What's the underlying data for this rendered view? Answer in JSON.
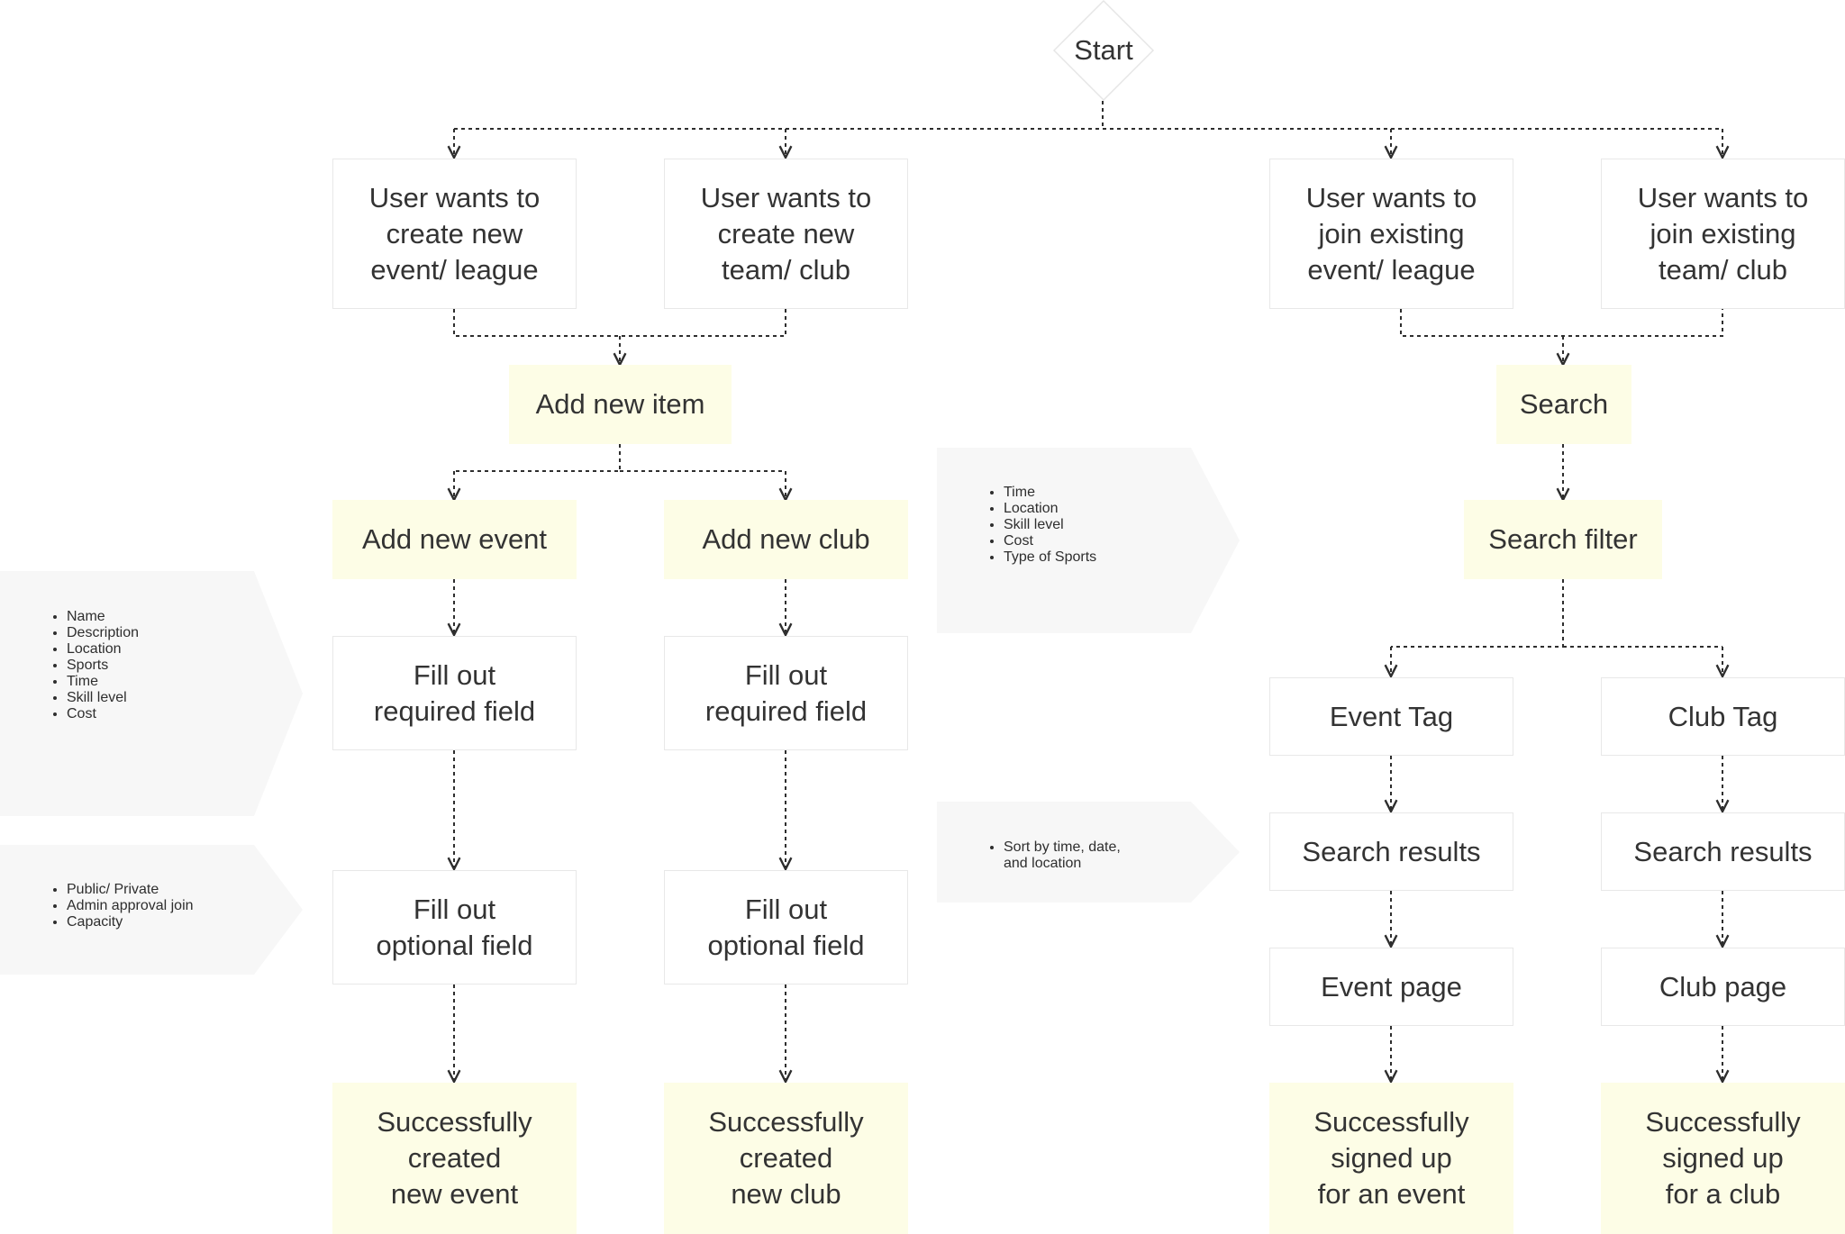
{
  "start": {
    "label": "Start"
  },
  "entries": [
    {
      "id": "create-event",
      "label": "User wants to\ncreate new\nevent/ league"
    },
    {
      "id": "create-club",
      "label": "User wants to\ncreate new\nteam/ club"
    },
    {
      "id": "join-event",
      "label": "User wants to\njoin existing\nevent/ league"
    },
    {
      "id": "join-club",
      "label": "User wants to\njoin existing\nteam/ club"
    }
  ],
  "create_flow": {
    "add_item": "Add new item",
    "add_event": "Add new event",
    "add_club": "Add new club",
    "event_required": "Fill out\nrequired field",
    "club_required": "Fill out\nrequired field",
    "event_optional": "Fill out\noptional field",
    "club_optional": "Fill out\noptional field",
    "event_success": "Successfully\ncreated\nnew event",
    "club_success": "Successfully\ncreated\nnew club"
  },
  "join_flow": {
    "search": "Search",
    "search_filter": "Search filter",
    "event_tag": "Event Tag",
    "club_tag": "Club Tag",
    "event_results": "Search results",
    "club_results": "Search results",
    "event_page": "Event page",
    "club_page": "Club page",
    "event_success": "Successfully\nsigned up\nfor an event",
    "club_success": "Successfully\nsigned up\nfor a club"
  },
  "notes": {
    "required_fields": [
      "Name",
      "Description",
      "Location",
      "Sports",
      "Time",
      "Skill level",
      "Cost"
    ],
    "optional_fields": [
      "Public/ Private",
      "Admin approval join",
      "Capacity"
    ],
    "filters": [
      "Time",
      "Location",
      "Skill level",
      "Cost",
      "Type of Sports"
    ],
    "sorting": [
      "Sort by time, date,\nand location"
    ]
  },
  "colors": {
    "highlight": "#fdfde6",
    "box_border": "#e8e8e8",
    "note_bg": "#f7f7f7",
    "connector": "#2e2e2e"
  }
}
